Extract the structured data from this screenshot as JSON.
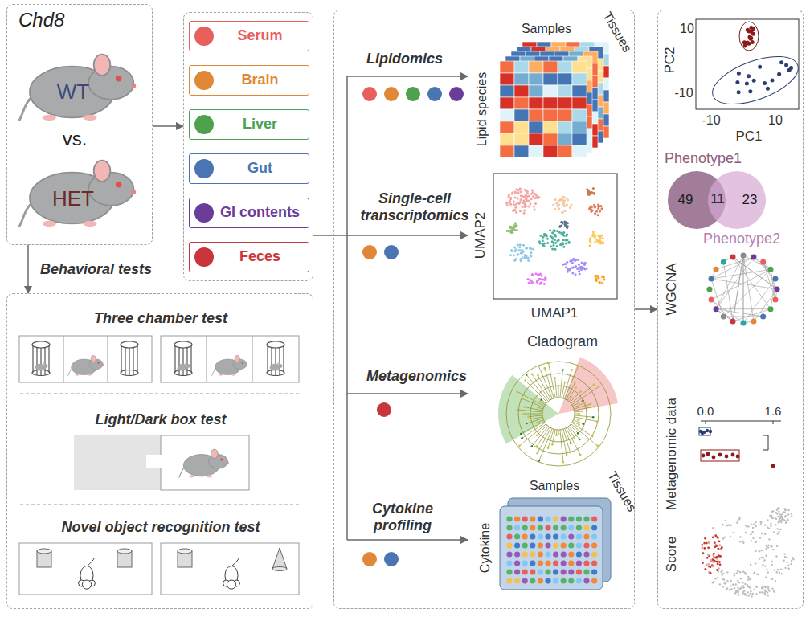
{
  "diagram": {
    "nodes": [
      {
        "text": [
          "Chd8",
          "WT",
          "vs.",
          "HET"
        ]
      },
      {
        "text": []
      },
      {
        "text": [
          "Serum"
        ],
        "in": 1
      },
      {
        "text": [
          "Brain"
        ],
        "in": 1
      },
      {
        "text": [
          "Liver"
        ],
        "in": 1
      },
      {
        "text": [
          "Gut"
        ],
        "in": 1
      },
      {
        "text": [
          "GI contents"
        ],
        "in": 1
      },
      {
        "text": [
          "Feces"
        ],
        "in": 1
      },
      {
        "text": [
          "Three chamber test",
          "Light/Dark box test",
          "Novel object recognition test"
        ]
      },
      {
        "text": [
          "Lipidomics",
          "Single-cell transcriptomics",
          "Metagenomics",
          "Cytokine profiling"
        ]
      },
      {
        "text": []
      },
      {
        "text": [
          "Phenotype1",
          "49"
        ],
        "in": 10
      },
      {
        "text": [
          "23",
          "Phenotype2"
        ],
        "in": 10
      }
    ],
    "edges": [
      {
        "from": 0,
        "to": 1,
        "arrow": "to"
      },
      {
        "from": 0,
        "to": 8,
        "arrow": "to",
        "label": "Behavioral tests"
      },
      {
        "from": 1,
        "to": 9,
        "arrow": "none"
      },
      {
        "from": 9,
        "to": 10,
        "arrow": "to"
      }
    ],
    "labels": [
      "Samples",
      "Tissues",
      "Lipid species",
      "UMAP2",
      "UMAP1",
      "Cladogram",
      "Samples",
      "Tissues",
      "Cytokine",
      "10",
      "-10",
      "PC2",
      "-10",
      "10",
      "PC1",
      "11",
      "WGCNA",
      "Metagenomic data",
      "0.0",
      "1.6",
      "Score"
    ]
  }
}
